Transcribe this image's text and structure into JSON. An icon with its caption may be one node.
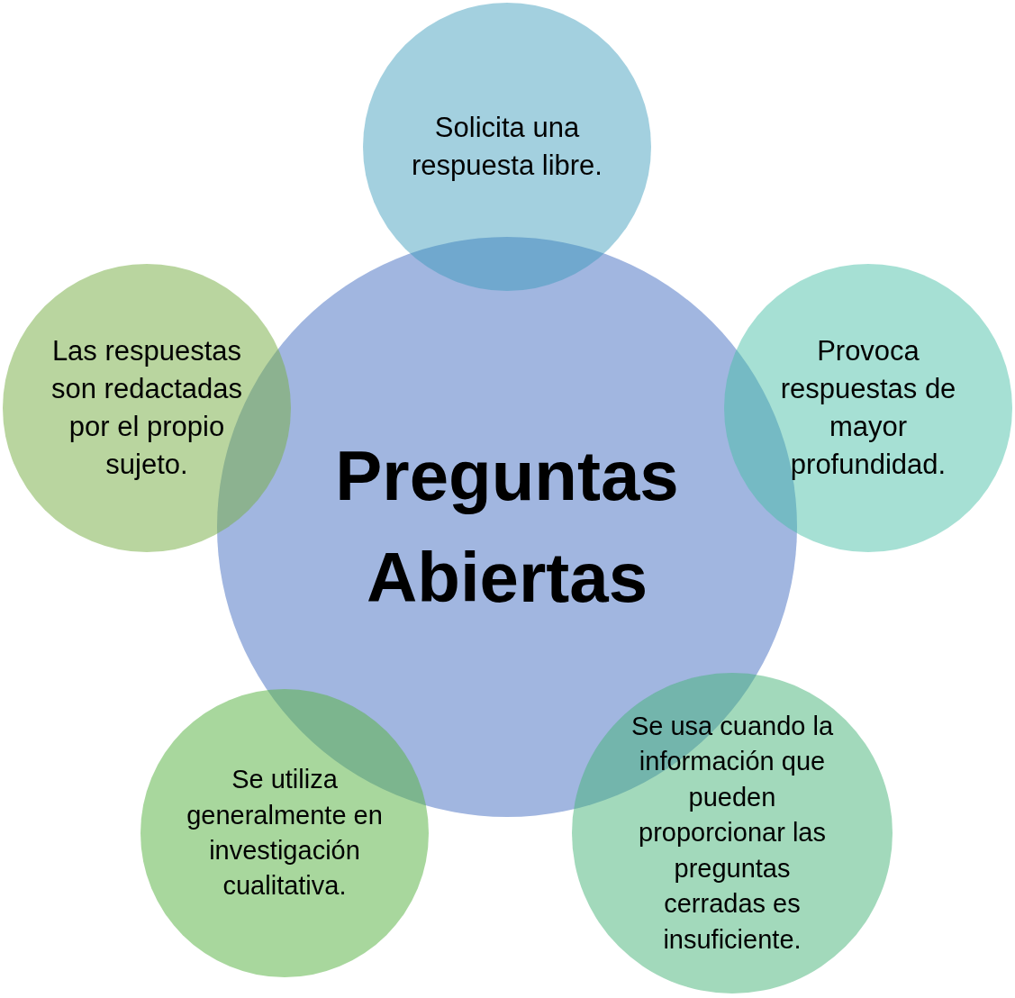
{
  "diagram": {
    "nodes": [
      {
        "text": [
          "Preguntas Abiertas"
        ]
      },
      {
        "text": [
          "Solicita una respuesta libre."
        ]
      },
      {
        "text": [
          "Provoca respuestas de mayor profundidad."
        ]
      },
      {
        "text": [
          "Se usa cuando la información que pueden proporcionar las preguntas cerradas es insuficiente."
        ]
      },
      {
        "text": [
          "Se utiliza generalmente en investigación cualitativa."
        ]
      },
      {
        "text": [
          "Las respuestas son redactadas por el propio sujeto."
        ]
      }
    ]
  }
}
